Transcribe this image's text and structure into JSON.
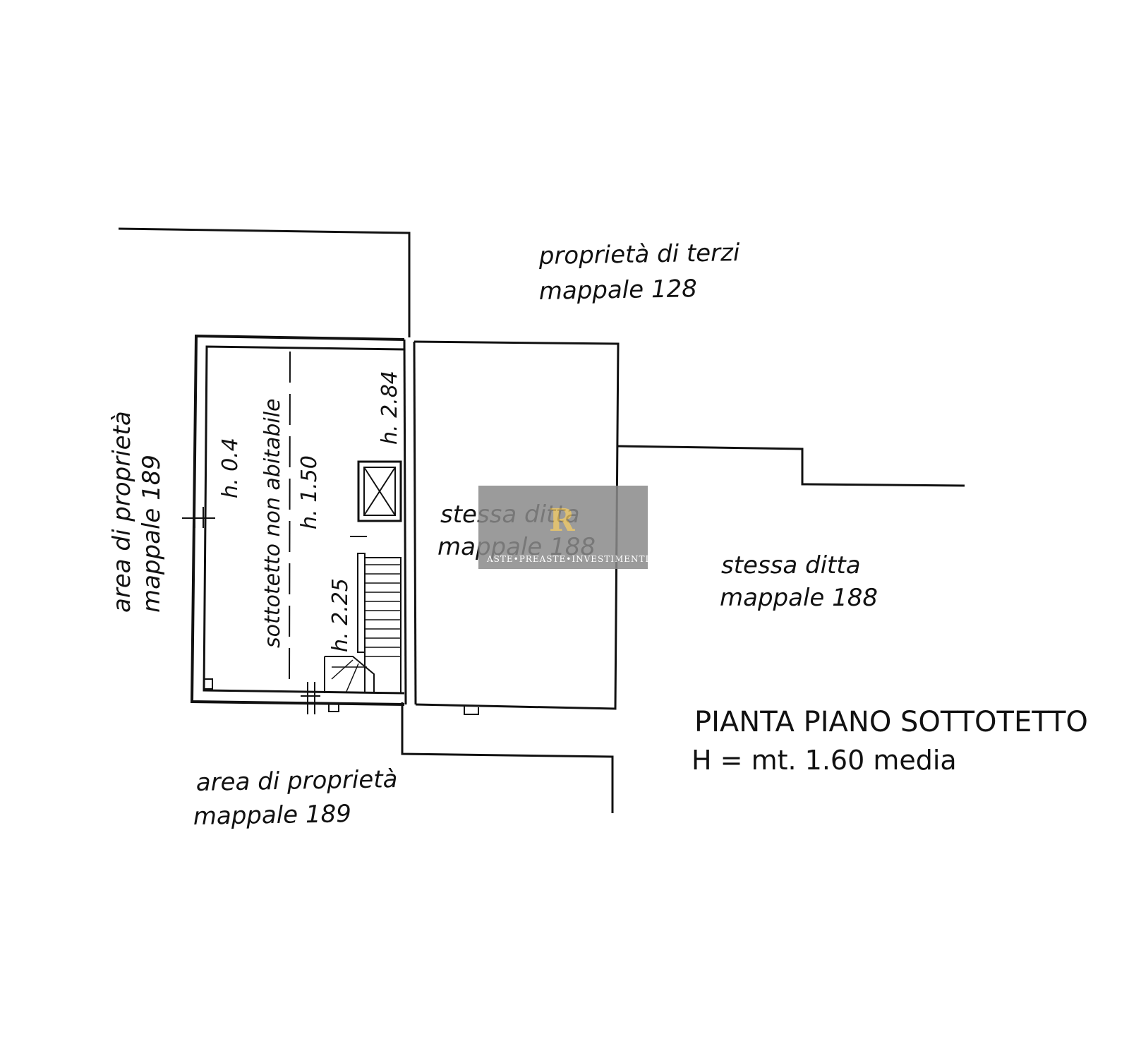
{
  "labels": {
    "north_owner": "proprietà di terzi",
    "north_parcel": "mappale 128",
    "center_owner": "stessa ditta",
    "center_parcel": "mappale 188",
    "east_owner": "stessa ditta",
    "east_parcel": "mappale 188",
    "west_owner": "area di proprietà",
    "west_parcel": "mappale 189",
    "south_owner": "area di proprietà",
    "south_parcel": "mappale 189",
    "room_name": "sottotetto non abitabile",
    "h_low": "h. 0.4",
    "h_mid": "h. 1.50",
    "h_high": "h. 2.84",
    "h_stair": "h. 2.25"
  },
  "title": {
    "line1": "PIANTA PIANO SOTTOTETTO",
    "line2": "H = mt. 1.60 media"
  },
  "watermark": {
    "logo": "R",
    "text": "ASTE•PREASTE•INVESTIMENTI",
    "bg_color": "#8a8a8a"
  },
  "colors": {
    "ink": "#111111",
    "paper": "#ffffff"
  }
}
